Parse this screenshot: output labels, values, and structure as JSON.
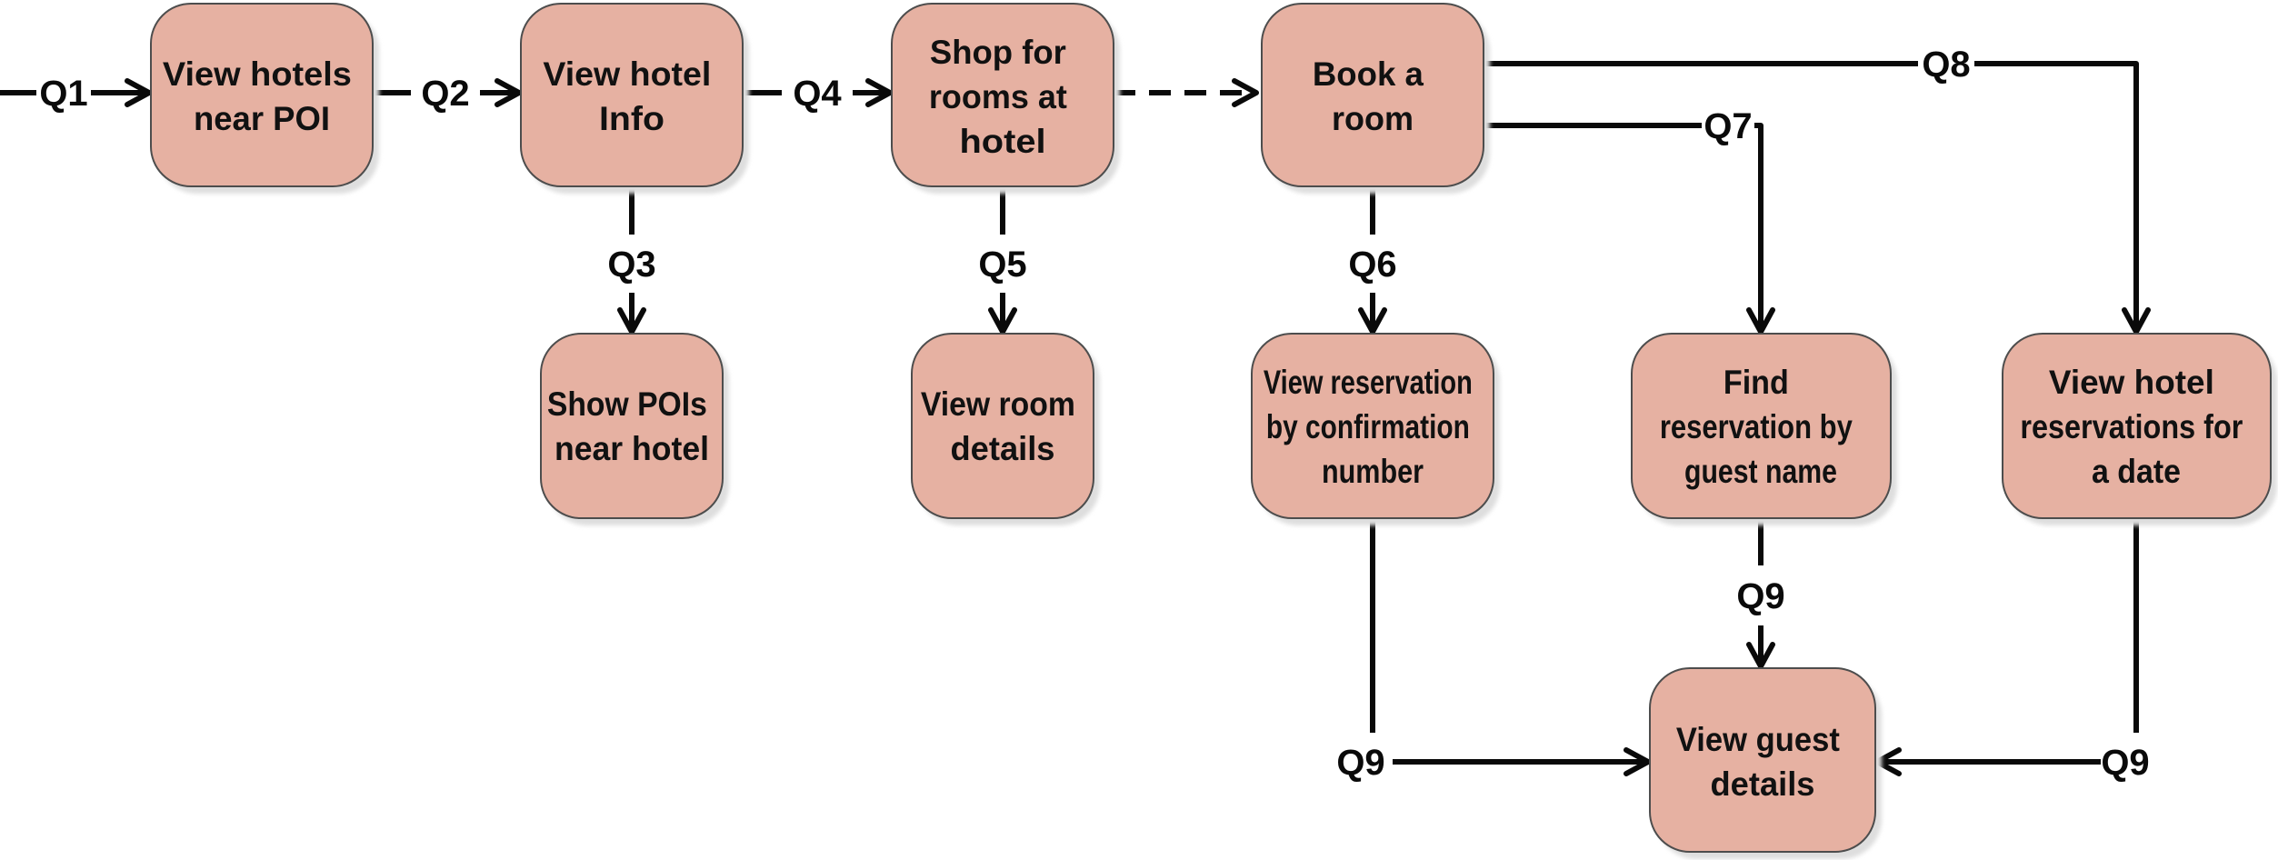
{
  "diagram": {
    "background": "#ffffff",
    "node_fill": "#e6b1a2",
    "node_border": "#4d4d4d",
    "line_color": "#0a0a0a",
    "nodes": [
      {
        "id": "view-hotels-near-poi",
        "lines": [
          "View hotels",
          "near POI"
        ]
      },
      {
        "id": "view-hotel-info",
        "lines": [
          "View hotel",
          "Info"
        ]
      },
      {
        "id": "shop-for-rooms-at-hotel",
        "lines": [
          "Shop for",
          "rooms at",
          "hotel"
        ]
      },
      {
        "id": "book-a-room",
        "lines": [
          "Book a",
          "room"
        ]
      },
      {
        "id": "show-pois-near-hotel",
        "lines": [
          "Show POIs",
          "near hotel"
        ]
      },
      {
        "id": "view-room-details",
        "lines": [
          "View room",
          "details"
        ]
      },
      {
        "id": "view-reservation-by-confirmation-number",
        "lines": [
          "View reservation",
          "by confirmation",
          "number"
        ]
      },
      {
        "id": "find-reservation-by-guest-name",
        "lines": [
          "Find",
          "reservation by",
          "guest name"
        ]
      },
      {
        "id": "view-hotel-reservations-for-a-date",
        "lines": [
          "View hotel",
          "reservations for",
          "a date"
        ]
      },
      {
        "id": "view-guest-details",
        "lines": [
          "View guest",
          "details"
        ]
      }
    ],
    "edges": [
      {
        "label": "Q1",
        "from": "start",
        "to": "view-hotels-near-poi",
        "style": "solid"
      },
      {
        "label": "Q2",
        "from": "view-hotels-near-poi",
        "to": "view-hotel-info",
        "style": "solid"
      },
      {
        "label": "Q3",
        "from": "view-hotel-info",
        "to": "show-pois-near-hotel",
        "style": "solid"
      },
      {
        "label": "Q4",
        "from": "view-hotel-info",
        "to": "shop-for-rooms-at-hotel",
        "style": "solid"
      },
      {
        "label": "Q5",
        "from": "shop-for-rooms-at-hotel",
        "to": "view-room-details",
        "style": "solid"
      },
      {
        "label": "",
        "from": "shop-for-rooms-at-hotel",
        "to": "book-a-room",
        "style": "dashed"
      },
      {
        "label": "Q6",
        "from": "book-a-room",
        "to": "view-reservation-by-confirmation-number",
        "style": "solid"
      },
      {
        "label": "Q7",
        "from": "book-a-room",
        "to": "find-reservation-by-guest-name",
        "style": "solid"
      },
      {
        "label": "Q8",
        "from": "book-a-room",
        "to": "view-hotel-reservations-for-a-date",
        "style": "solid"
      },
      {
        "label": "Q9",
        "from": "view-reservation-by-confirmation-number",
        "to": "view-guest-details",
        "style": "solid"
      },
      {
        "label": "Q9",
        "from": "find-reservation-by-guest-name",
        "to": "view-guest-details",
        "style": "solid"
      },
      {
        "label": "Q9",
        "from": "view-hotel-reservations-for-a-date",
        "to": "view-guest-details",
        "style": "solid"
      }
    ]
  }
}
